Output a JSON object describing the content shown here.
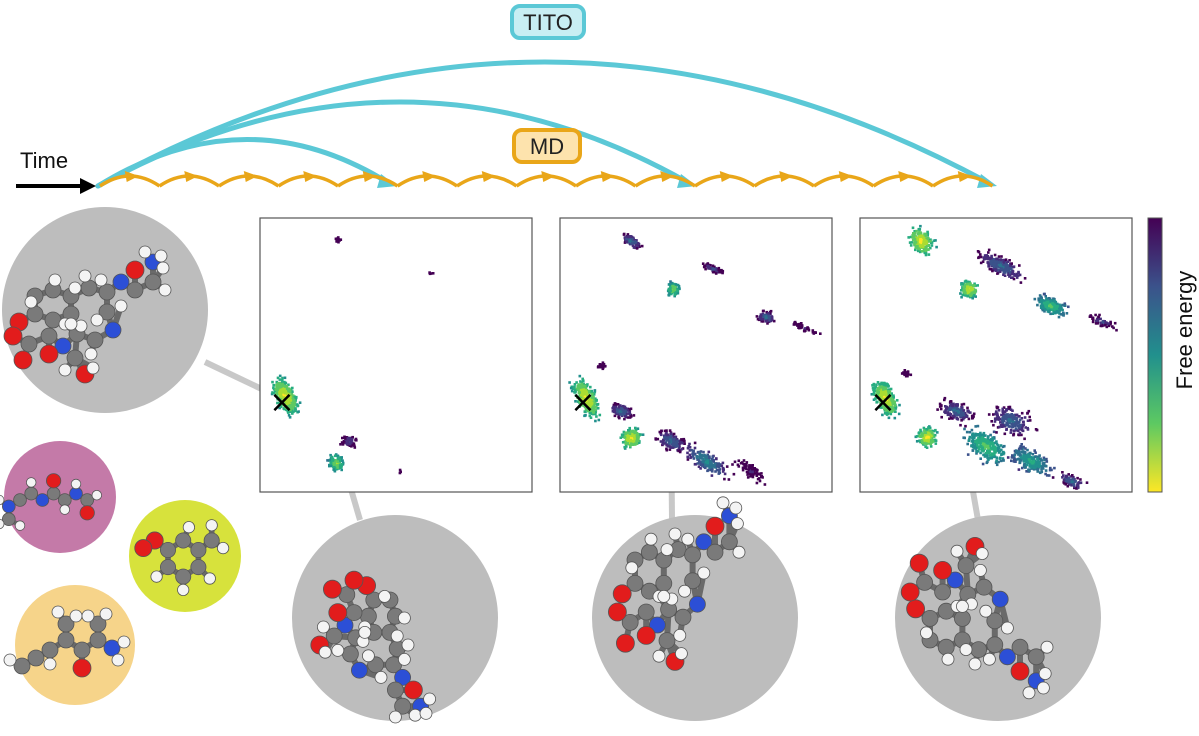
{
  "labels": {
    "tito": "TITO",
    "md": "MD",
    "time": "Time",
    "colorbar": "Free energy"
  },
  "colors": {
    "tito_stroke": "#5bc8d6",
    "tito_fill": "#c8eef3",
    "md_stroke": "#e9a619",
    "md_fill": "#fde3ad",
    "arrow_grey": "#c8c8c8",
    "molecule_bg": "#bdbdbd",
    "bg_purple": "#c47aa8",
    "bg_lime": "#d7e23c",
    "bg_orange": "#f6d48a",
    "colormap": [
      "#440154",
      "#3b528b",
      "#21908d",
      "#5dc962",
      "#fde725"
    ]
  },
  "panels": [
    {
      "name": "panel-1",
      "start_marker": "×"
    },
    {
      "name": "panel-2",
      "start_marker": "×"
    },
    {
      "name": "panel-3",
      "start_marker": "×"
    }
  ],
  "icons": {
    "molecule": "ball-and-stick-molecule-icon",
    "start": "cross-marker-icon"
  }
}
